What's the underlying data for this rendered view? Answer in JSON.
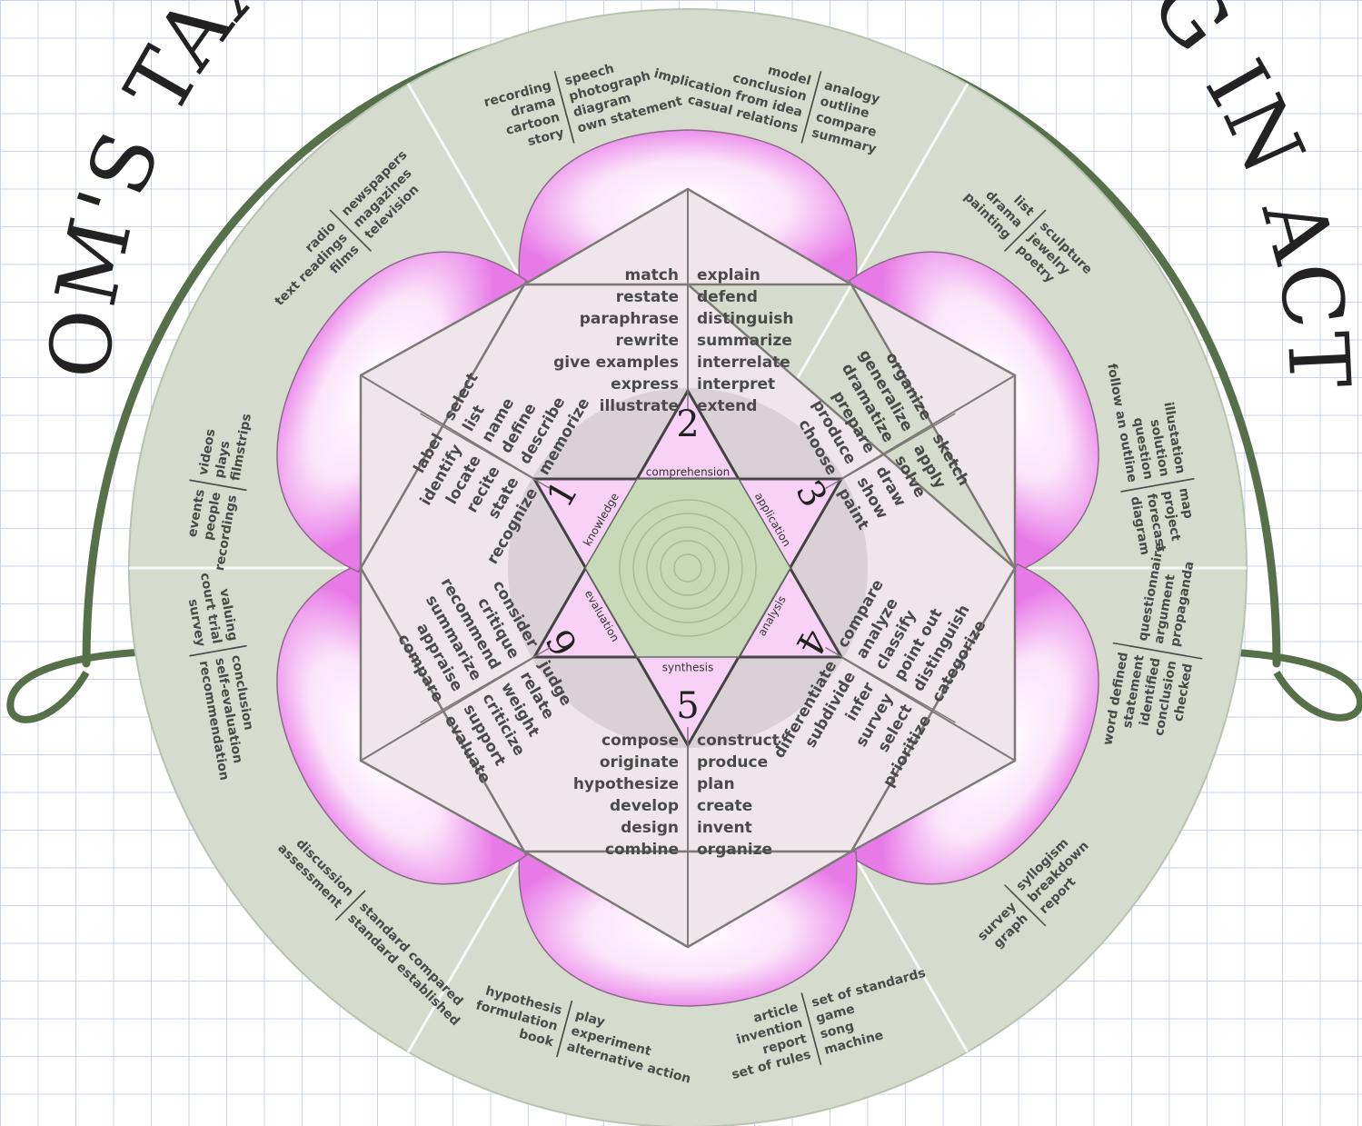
{
  "title": "BLOOM'S TAXONOMY OF LEARNING IN ACTION",
  "colors": {
    "outer_ring": "#d5dccd",
    "petal": "#ef8ff0",
    "hexagon": "#eee6eb",
    "star_point": "#f8d2f6",
    "center": "#c7d9b7",
    "vine": "#56704a"
  },
  "levels": [
    {
      "num": "1",
      "name": "knowledge",
      "verbs_a": [
        "label",
        "identify",
        "locate",
        "recite",
        "state",
        "recognize"
      ],
      "verbs_b": [
        "select",
        "list",
        "name",
        "define",
        "describe",
        "memorize"
      ],
      "products_a": [
        "events",
        "people",
        "recordings"
      ],
      "products_b": [
        "videos",
        "plays",
        "filmstrips"
      ],
      "products_c": [
        "radio",
        "text readings",
        "films"
      ],
      "products_d": [
        "newspapers",
        "magazines",
        "television"
      ]
    },
    {
      "num": "2",
      "name": "comprehension",
      "verbs_a": [
        "match",
        "restate",
        "paraphrase",
        "rewrite",
        "give examples",
        "express",
        "illustrate"
      ],
      "verbs_b": [
        "explain",
        "defend",
        "distinguish",
        "summarize",
        "interrelate",
        "interpret",
        "extend"
      ],
      "products_a": [
        "recording",
        "drama",
        "cartoon",
        "story"
      ],
      "products_b": [
        "speech",
        "photograph",
        "diagram",
        "own statement"
      ],
      "products_c": [
        "model",
        "conclusion",
        "implication from idea",
        "casual relations"
      ],
      "products_d": [
        "analogy",
        "outline",
        "compare",
        "summary"
      ]
    },
    {
      "num": "3",
      "name": "application",
      "verbs_a": [
        "organize",
        "generalize",
        "dramatize",
        "prepare",
        "produce",
        "choose"
      ],
      "verbs_b": [
        "sketch",
        "apply",
        "solve",
        "draw",
        "show",
        "paint"
      ],
      "products_a": [
        "list",
        "drama",
        "painting"
      ],
      "products_b": [
        "sculpture",
        "jewelry",
        "poetry"
      ],
      "products_c": [
        "illustation",
        "solution",
        "question",
        "follow an outline"
      ],
      "products_d": [
        "map",
        "project",
        "forecast",
        "diagram"
      ]
    },
    {
      "num": "4",
      "name": "analysis",
      "verbs_a": [
        "differentiate",
        "subdivide",
        "infer",
        "survey",
        "select",
        "prioritize"
      ],
      "verbs_b": [
        "compare",
        "analyze",
        "classify",
        "point out",
        "distinguish",
        "categorize"
      ],
      "products_a": [
        "word defined",
        "statement",
        "identified",
        "conclusion",
        "checked"
      ],
      "products_b": [
        "questionnaire",
        "argument",
        "propaganda"
      ],
      "products_c": [
        "survey",
        "graph"
      ],
      "products_d": [
        "syllogism",
        "breakdown",
        "report"
      ]
    },
    {
      "num": "5",
      "name": "synthesis",
      "verbs_a": [
        "compose",
        "originate",
        "hypothesize",
        "develop",
        "design",
        "combine"
      ],
      "verbs_b": [
        "construct",
        "produce",
        "plan",
        "create",
        "invent",
        "organize"
      ],
      "products_a": [
        "article",
        "invention",
        "report",
        "set of rules"
      ],
      "products_b": [
        "set of standards",
        "game",
        "song",
        "machine"
      ],
      "products_c": [
        "hypothesis",
        "formulation",
        "book"
      ],
      "products_d": [
        "play",
        "experiment",
        "alternative action"
      ]
    },
    {
      "num": "6",
      "name": "evaluation",
      "verbs_a": [
        "consider",
        "critique",
        "recommend",
        "summarize",
        "appraise",
        "compare"
      ],
      "verbs_b": [
        "judge",
        "relate",
        "weight",
        "criticize",
        "support",
        "evaluate"
      ],
      "products_a": [
        "discussion",
        "assessment"
      ],
      "products_b": [
        "standard compared",
        "standard established"
      ],
      "products_c": [
        "valuing",
        "court trial",
        "survey"
      ],
      "products_d": [
        "conclusion",
        "self-evaluation",
        "recommendation"
      ]
    }
  ]
}
